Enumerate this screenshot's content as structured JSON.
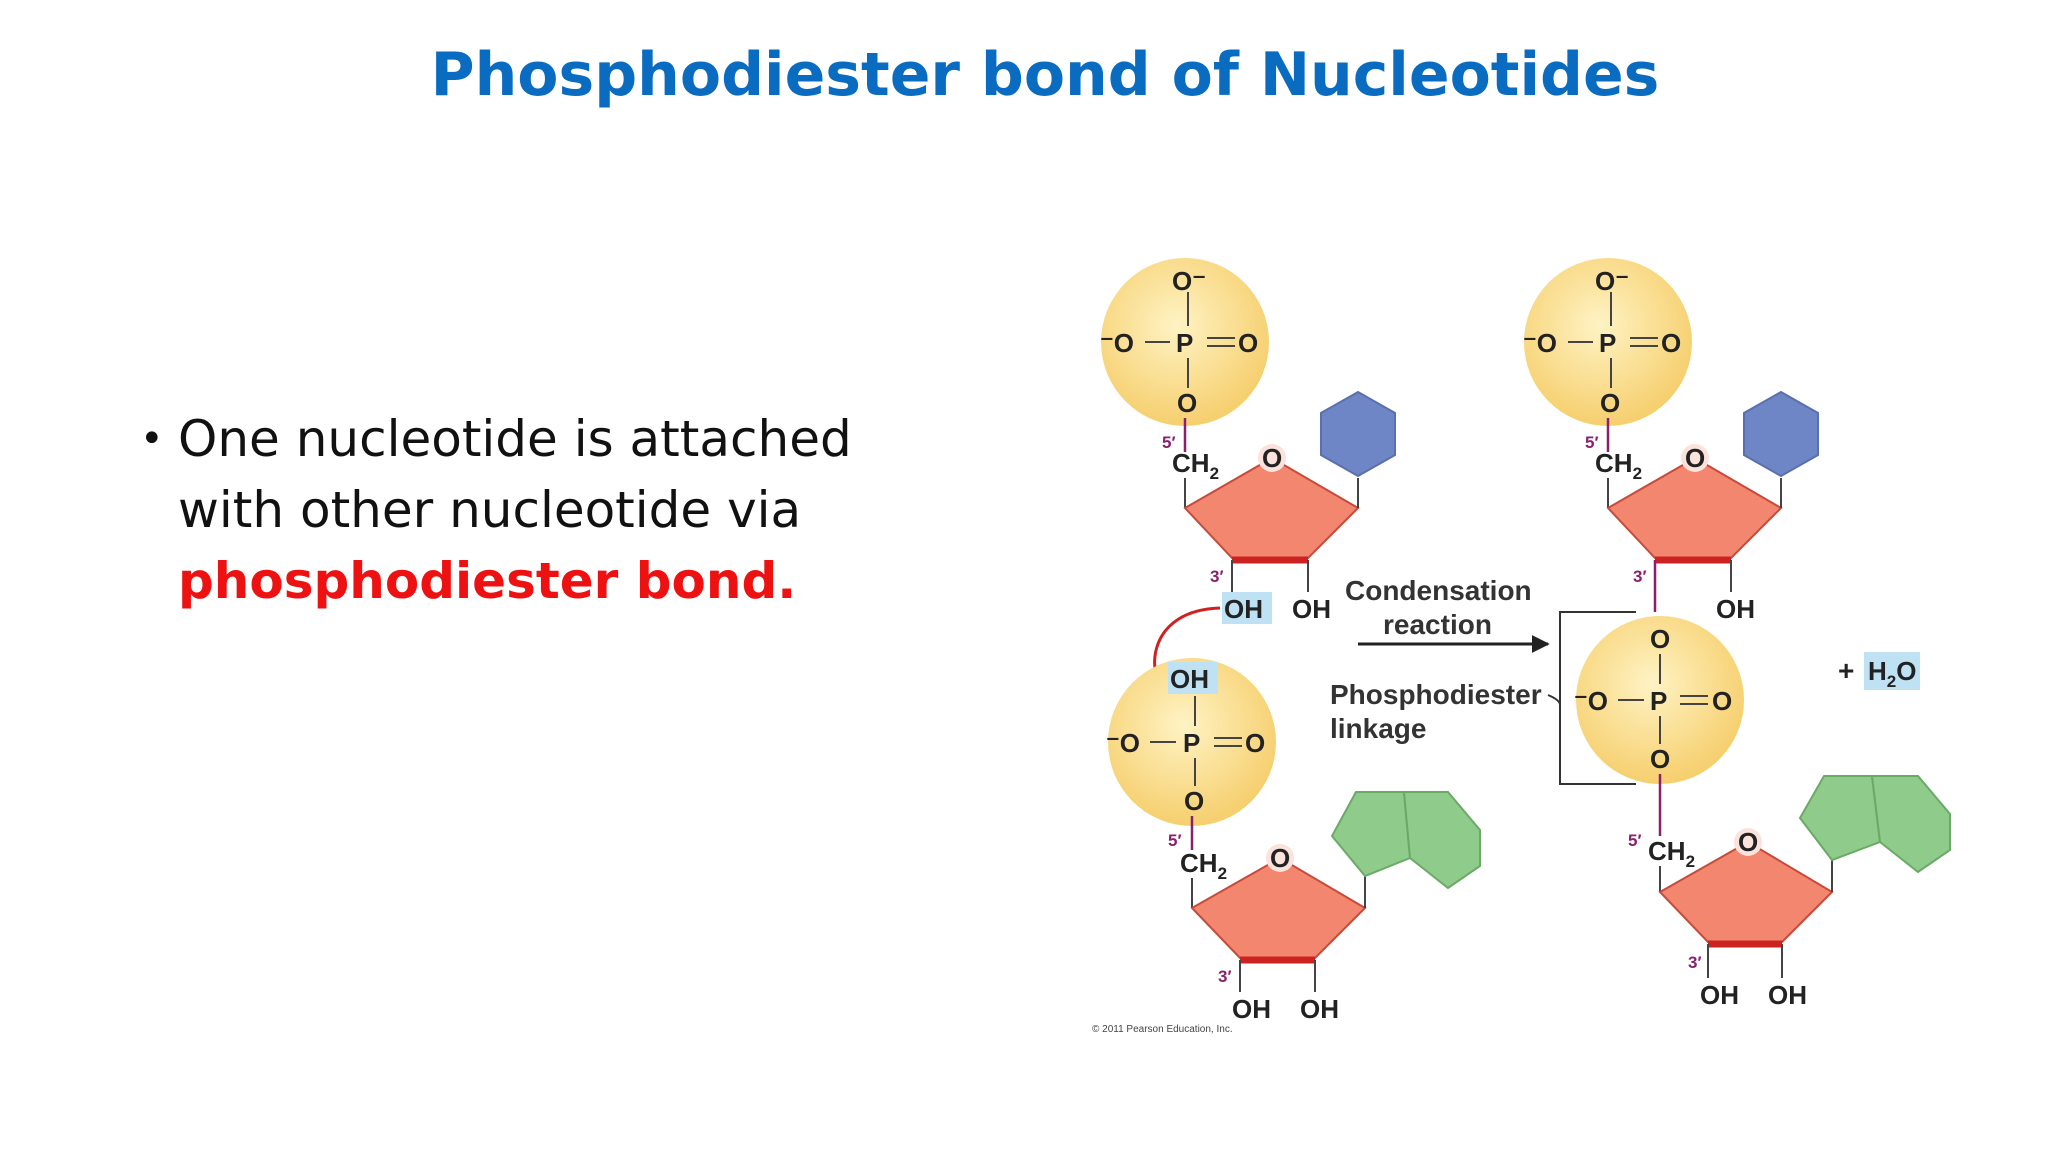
{
  "title": "Phosphodiester bond of Nucleotides",
  "bullet": {
    "text": "One nucleotide is attached with other nucleotide via ",
    "emphasis": "phosphodiester bond."
  },
  "diagram": {
    "phosphate": {
      "o_minus_top": "O⁻",
      "o_minus_left": "⁻O",
      "p": "P",
      "o": "O"
    },
    "ch2": "CH",
    "ch2_sub": "2",
    "ring_o": "O",
    "oh": "OH",
    "prime5": "5′",
    "prime3": "3′",
    "arrow_label_line1": "Condensation",
    "arrow_label_line2": "reaction",
    "linkage_line1": "Phosphodiester",
    "linkage_line2": "linkage",
    "plus": "+",
    "water_h": "H",
    "water_sub": "2",
    "water_o": "O",
    "copyright": "© 2011 Pearson Education, Inc."
  },
  "colors": {
    "title": "#0a6cc0",
    "emphasis": "#ee1111",
    "phosphate_fill": "#f9dc8c",
    "sugar_fill": "#f2866e",
    "sugar_edge": "#cc2222",
    "pyrimidine_fill": "#6f86c6",
    "purine_fill": "#8fcb8a",
    "highlight": "#bfe1f4",
    "arrow_red": "#d22020"
  }
}
